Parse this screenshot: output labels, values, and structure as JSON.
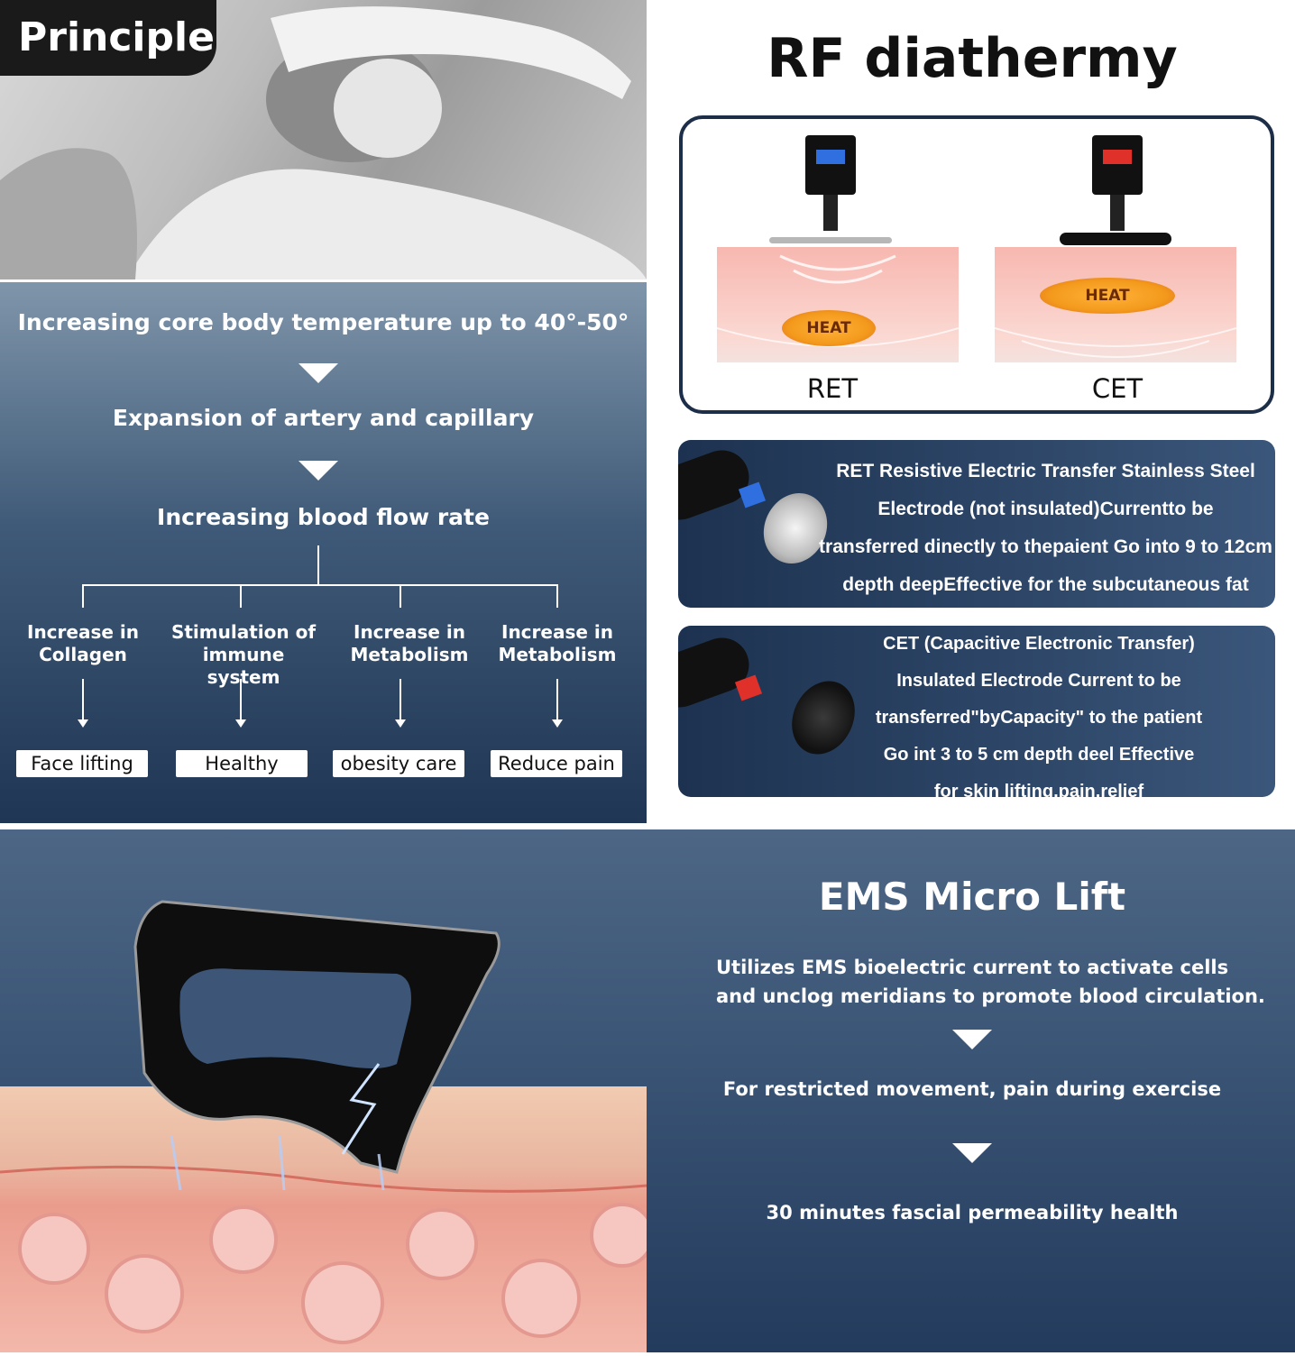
{
  "photo": {
    "tag": "Principle"
  },
  "principle": {
    "step1": "Increasing core body temperature up to 40°-50°",
    "step2": "Expansion of artery and capillary",
    "step3": "Increasing blood flow rate",
    "branches": [
      {
        "label_line1": "Increase in",
        "label_line2": "Collagen",
        "result": "Face lifting"
      },
      {
        "label_line1": "Stimulation of",
        "label_line2": "immune system",
        "result": "Healthy"
      },
      {
        "label_line1": "Increase in",
        "label_line2": "Metabolism",
        "result": "obesity care"
      },
      {
        "label_line1": "Increase in",
        "label_line2": "Metabolism",
        "result": "Reduce pain"
      }
    ]
  },
  "rf": {
    "title": "RF diathermy",
    "ret_label": "RET",
    "cet_label": "CET",
    "heat_label": "HEAT",
    "colors": {
      "ret_led": "#2f6fe0",
      "cet_led": "#e0302a"
    }
  },
  "cards": {
    "ret_lines": [
      "RET Resistive Electric Transfer Stainless Steel",
      "Electrode (not insulated)Currentto be",
      "transferred dinectly to thepaient Go into 9 to 12cm",
      "depth deepEffective for the subcutaneous fat"
    ],
    "cet_lines": [
      "CET (Capacitive Electronic Transfer)",
      "Insulated Electrode Current to be",
      "transferred\"byCapacity\" to the patient",
      "Go int 3 to 5 cm depth deel Effective",
      "for skin lifting,pain,relief"
    ]
  },
  "ems": {
    "title": "EMS Micro Lift",
    "desc_line1": "Utilizes EMS bioelectric current to activate cells",
    "desc_line2": "and unclog meridians to promote blood circulation.",
    "step2": "For restricted movement, pain during exercise",
    "step3": "30 minutes fascial permeability health"
  }
}
